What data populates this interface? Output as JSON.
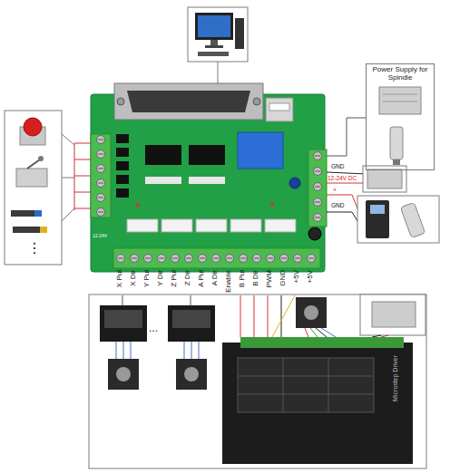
{
  "diagram": {
    "nodes": [
      {
        "text": [
          "Power Supply for Spindle"
        ]
      }
    ],
    "labels": [
      "X Pul",
      "X Dir",
      "Y Pul",
      "Y Dir",
      "Z Pul",
      "Z Dir",
      "A Pul",
      "A Dir",
      "Enable",
      "B Pul",
      "B Dir",
      "PWM",
      "GND",
      "+5V",
      "+5V",
      "GND",
      "12-24V DC",
      "+",
      "GND",
      "⋮",
      "...",
      "12-24V",
      "Microstep Driver"
    ]
  }
}
